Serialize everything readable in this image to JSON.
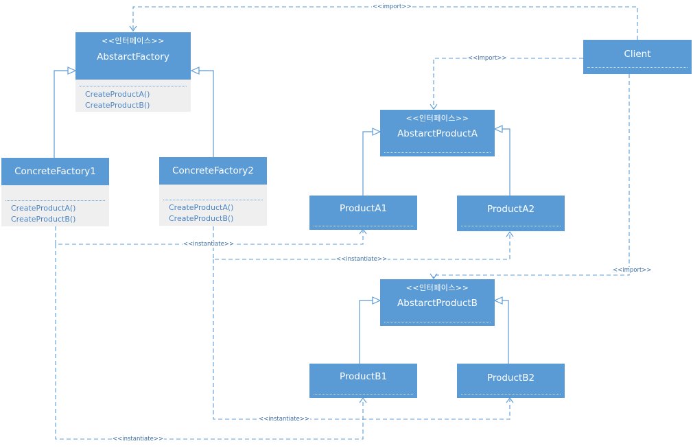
{
  "classes": {
    "abstract_factory": {
      "stereotype": "<<인터페이스>>",
      "name": "AbstarctFactory",
      "methods": [
        "CreateProductA()",
        "CreateProductB()"
      ]
    },
    "concrete_factory1": {
      "name": "ConcreteFactory1",
      "methods": [
        "CreateProductA()",
        "CreateProductB()"
      ]
    },
    "concrete_factory2": {
      "name": "ConcreteFactory2",
      "methods": [
        "CreateProductA()",
        "CreateProductB()"
      ]
    },
    "client": {
      "name": "Client"
    },
    "abstract_product_a": {
      "stereotype": "<<인터페이스>>",
      "name": "AbstarctProductA"
    },
    "product_a1": {
      "name": "ProductA1"
    },
    "product_a2": {
      "name": "ProductA2"
    },
    "abstract_product_b": {
      "stereotype": "<<인터페이스>>",
      "name": "AbstarctProductB"
    },
    "product_b1": {
      "name": "ProductB1"
    },
    "product_b2": {
      "name": "ProductB2"
    }
  },
  "connectors": {
    "import_label": "<<import>>",
    "instantiate_label": "<<instantiate>>"
  },
  "colors": {
    "box_fill": "#5b9bd5",
    "box_body": "#efefef",
    "line": "#5b9bd5",
    "text": "#ffffff"
  }
}
